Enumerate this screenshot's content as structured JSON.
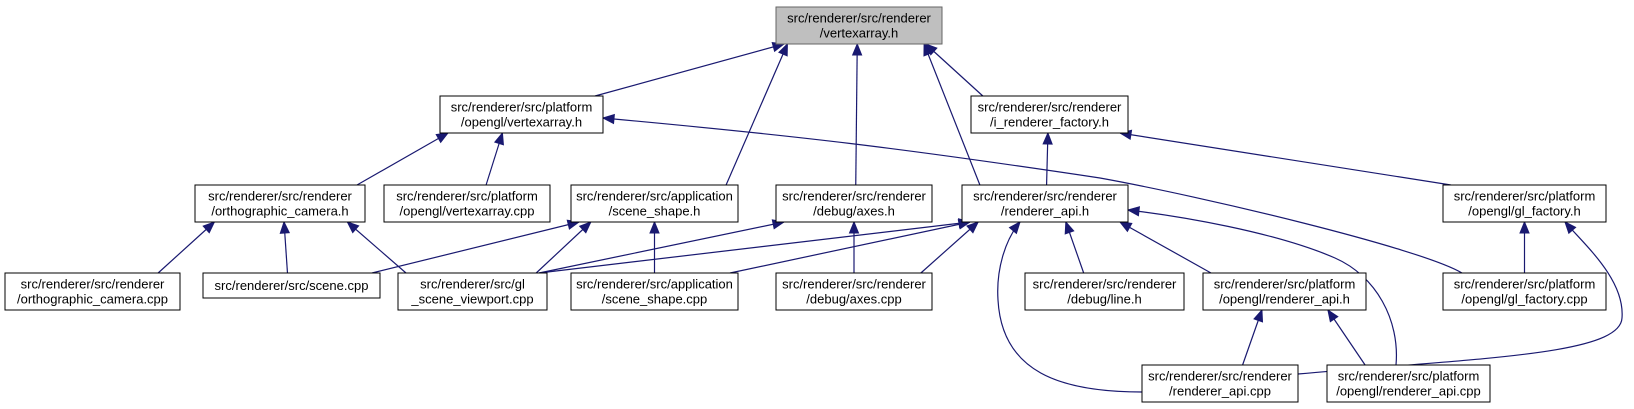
{
  "graph": {
    "edge_color": "#191970",
    "root_fill": "#bfbfbf",
    "nodes": [
      {
        "id": "vertexarray_h",
        "lines": [
          "src/renderer/src/renderer",
          "/vertexarray.h"
        ],
        "root": true
      },
      {
        "id": "opengl_vertexarray_h",
        "lines": [
          "src/renderer/src/platform",
          "/opengl/vertexarray.h"
        ]
      },
      {
        "id": "i_renderer_factory_h",
        "lines": [
          "src/renderer/src/renderer",
          "/i_renderer_factory.h"
        ]
      },
      {
        "id": "orthographic_camera_h",
        "lines": [
          "src/renderer/src/renderer",
          "/orthographic_camera.h"
        ]
      },
      {
        "id": "opengl_vertexarray_cpp",
        "lines": [
          "src/renderer/src/platform",
          "/opengl/vertexarray.cpp"
        ]
      },
      {
        "id": "scene_shape_h",
        "lines": [
          "src/renderer/src/application",
          "/scene_shape.h"
        ]
      },
      {
        "id": "debug_axes_h",
        "lines": [
          "src/renderer/src/renderer",
          "/debug/axes.h"
        ]
      },
      {
        "id": "renderer_api_h",
        "lines": [
          "src/renderer/src/renderer",
          "/renderer_api.h"
        ]
      },
      {
        "id": "gl_factory_h",
        "lines": [
          "src/renderer/src/platform",
          "/opengl/gl_factory.h"
        ]
      },
      {
        "id": "orthographic_camera_cpp",
        "lines": [
          "src/renderer/src/renderer",
          "/orthographic_camera.cpp"
        ]
      },
      {
        "id": "scene_cpp",
        "lines": [
          "src/renderer/src/scene.cpp"
        ]
      },
      {
        "id": "gl_scene_viewport_cpp",
        "lines": [
          "src/renderer/src/gl",
          "_scene_viewport.cpp"
        ]
      },
      {
        "id": "scene_shape_cpp",
        "lines": [
          "src/renderer/src/application",
          "/scene_shape.cpp"
        ]
      },
      {
        "id": "debug_axes_cpp",
        "lines": [
          "src/renderer/src/renderer",
          "/debug/axes.cpp"
        ]
      },
      {
        "id": "debug_line_h",
        "lines": [
          "src/renderer/src/renderer",
          "/debug/line.h"
        ]
      },
      {
        "id": "opengl_renderer_api_h",
        "lines": [
          "src/renderer/src/platform",
          "/opengl/renderer_api.h"
        ]
      },
      {
        "id": "gl_factory_cpp",
        "lines": [
          "src/renderer/src/platform",
          "/opengl/gl_factory.cpp"
        ]
      },
      {
        "id": "renderer_api_cpp",
        "lines": [
          "src/renderer/src/renderer",
          "/renderer_api.cpp"
        ]
      },
      {
        "id": "opengl_renderer_api_cpp",
        "lines": [
          "src/renderer/src/platform",
          "/opengl/renderer_api.cpp"
        ]
      }
    ],
    "edges": [
      {
        "from": "opengl_vertexarray_h",
        "to": "vertexarray_h"
      },
      {
        "from": "scene_shape_h",
        "to": "vertexarray_h"
      },
      {
        "from": "debug_axes_h",
        "to": "vertexarray_h"
      },
      {
        "from": "renderer_api_h",
        "to": "vertexarray_h"
      },
      {
        "from": "i_renderer_factory_h",
        "to": "vertexarray_h"
      },
      {
        "from": "orthographic_camera_h",
        "to": "opengl_vertexarray_h"
      },
      {
        "from": "opengl_vertexarray_cpp",
        "to": "opengl_vertexarray_h"
      },
      {
        "from": "gl_factory_cpp",
        "to": "opengl_vertexarray_h"
      },
      {
        "from": "renderer_api_h",
        "to": "i_renderer_factory_h"
      },
      {
        "from": "gl_factory_h",
        "to": "i_renderer_factory_h"
      },
      {
        "from": "orthographic_camera_cpp",
        "to": "orthographic_camera_h"
      },
      {
        "from": "scene_cpp",
        "to": "orthographic_camera_h"
      },
      {
        "from": "gl_scene_viewport_cpp",
        "to": "orthographic_camera_h"
      },
      {
        "from": "scene_cpp",
        "to": "scene_shape_h"
      },
      {
        "from": "gl_scene_viewport_cpp",
        "to": "scene_shape_h"
      },
      {
        "from": "scene_shape_cpp",
        "to": "scene_shape_h"
      },
      {
        "from": "gl_scene_viewport_cpp",
        "to": "debug_axes_h"
      },
      {
        "from": "debug_axes_cpp",
        "to": "debug_axes_h"
      },
      {
        "from": "gl_scene_viewport_cpp",
        "to": "renderer_api_h"
      },
      {
        "from": "scene_shape_cpp",
        "to": "renderer_api_h"
      },
      {
        "from": "debug_axes_cpp",
        "to": "renderer_api_h"
      },
      {
        "from": "debug_line_h",
        "to": "renderer_api_h"
      },
      {
        "from": "opengl_renderer_api_h",
        "to": "renderer_api_h"
      },
      {
        "from": "renderer_api_cpp",
        "to": "renderer_api_h"
      },
      {
        "from": "opengl_renderer_api_cpp",
        "to": "renderer_api_h"
      },
      {
        "from": "gl_factory_cpp",
        "to": "gl_factory_h"
      },
      {
        "from": "renderer_api_cpp",
        "to": "gl_factory_h"
      },
      {
        "from": "renderer_api_cpp",
        "to": "opengl_renderer_api_h"
      },
      {
        "from": "opengl_renderer_api_cpp",
        "to": "opengl_renderer_api_h"
      }
    ]
  }
}
